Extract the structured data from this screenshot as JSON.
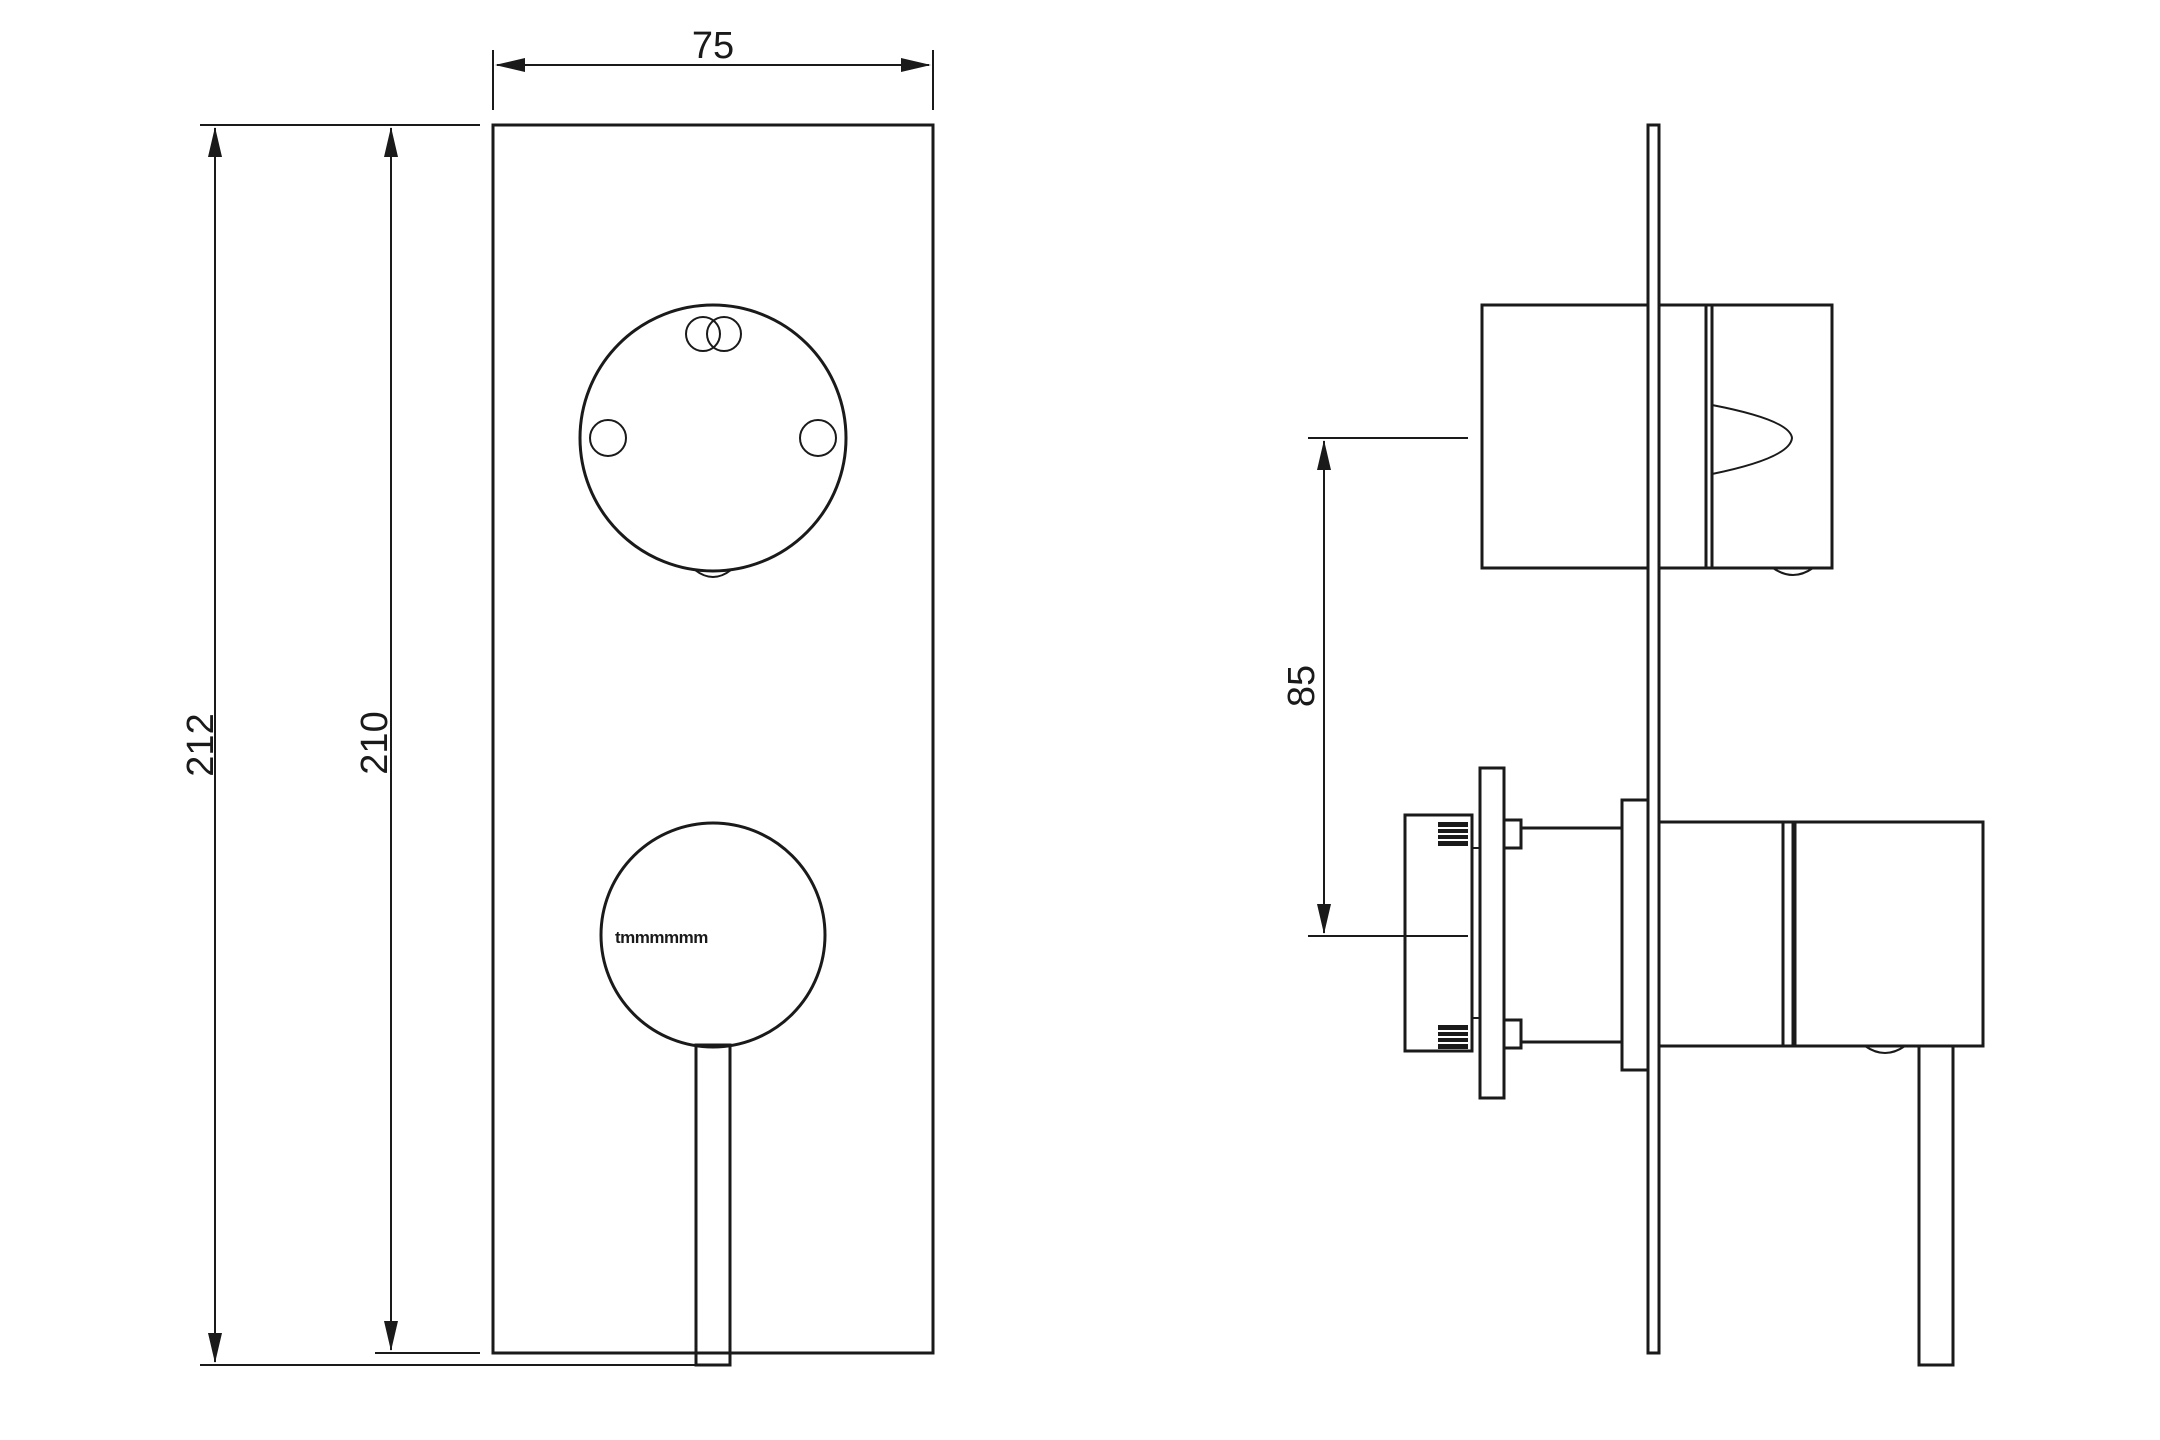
{
  "dimensions": {
    "width_label": "75",
    "overall_height_label": "212",
    "plate_height_label": "210",
    "spacing_label": "85"
  },
  "front_view": {
    "brand_text": "tmmmmmm"
  }
}
